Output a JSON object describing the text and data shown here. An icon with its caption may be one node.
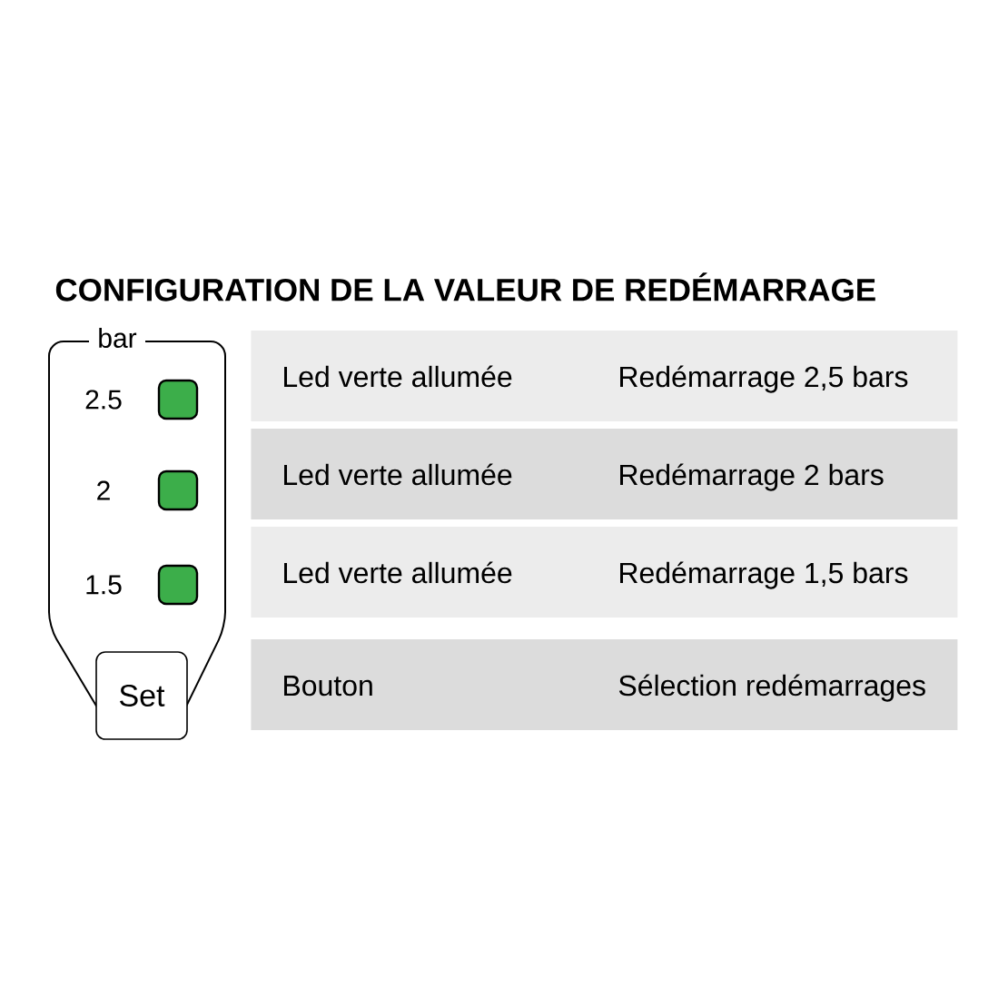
{
  "diagram": {
    "title": "CONFIGURATION DE LA VALEUR DE REDÉMARRAGE",
    "nodes": [
      {
        "text": [
          "bar"
        ]
      },
      {
        "text": [],
        "shape": "box",
        "in": 0,
        "beside": [
          "2.5"
        ]
      },
      {
        "text": [],
        "shape": "box",
        "in": 0,
        "beside": [
          "2"
        ]
      },
      {
        "text": [],
        "shape": "box",
        "in": 0,
        "beside": [
          "1.5"
        ]
      },
      {
        "text": [
          "Set"
        ]
      },
      {
        "text": [
          "Led verte allumée",
          "Redémarrage 2,5 bars"
        ]
      },
      {
        "text": [
          "Led verte allumée",
          "Redémarrage 2 bars"
        ]
      },
      {
        "text": [
          "Led verte allumée",
          "Redémarrage 1,5 bars"
        ]
      },
      {
        "text": [
          "Bouton",
          "Sélection redémarrages"
        ]
      }
    ]
  }
}
